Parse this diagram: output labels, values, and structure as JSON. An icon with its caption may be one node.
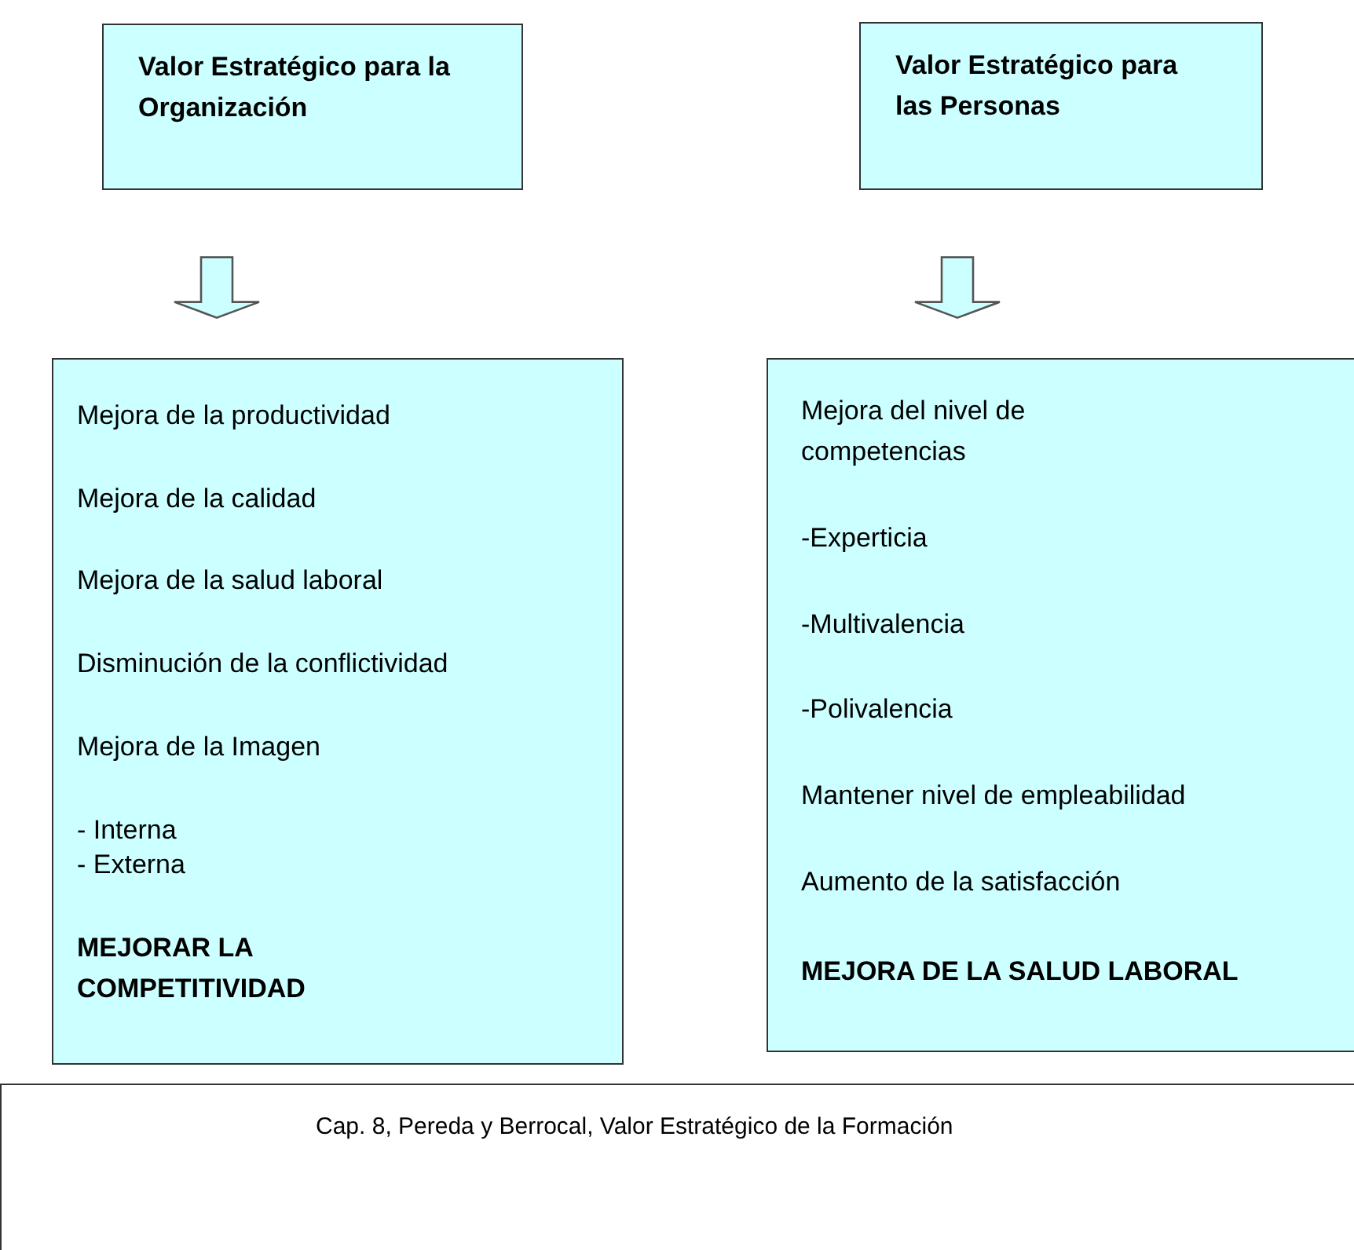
{
  "diagram": {
    "nodes": [
      {
        "text": [
          "Valor Estratégico para la Organización"
        ]
      },
      {
        "text": [
          "Valor Estratégico para las Personas"
        ]
      },
      {
        "text": [
          "Mejora de la productividad",
          "Mejora de la calidad",
          "Mejora de la salud laboral",
          "Disminución de la conflictividad",
          "Mejora de la Imagen",
          "- Interna",
          "- Externa",
          "MEJORAR LA COMPETITIVIDAD"
        ]
      },
      {
        "text": [
          "Mejora del nivel de competencias",
          "-Experticia",
          "-Multivalencia",
          "-Polivalencia",
          "Mantener nivel de empleabilidad",
          "Aumento de la satisfacción",
          "MEJORA DE LA SALUD LABORAL"
        ]
      },
      {
        "text": [
          "Cap. 8, Pereda y Berrocal, Valor Estratégico de la Formación"
        ]
      }
    ],
    "edges": [
      {
        "from": 0,
        "to": 2,
        "arrow": "to"
      },
      {
        "from": 1,
        "to": 3,
        "arrow": "to"
      }
    ]
  }
}
